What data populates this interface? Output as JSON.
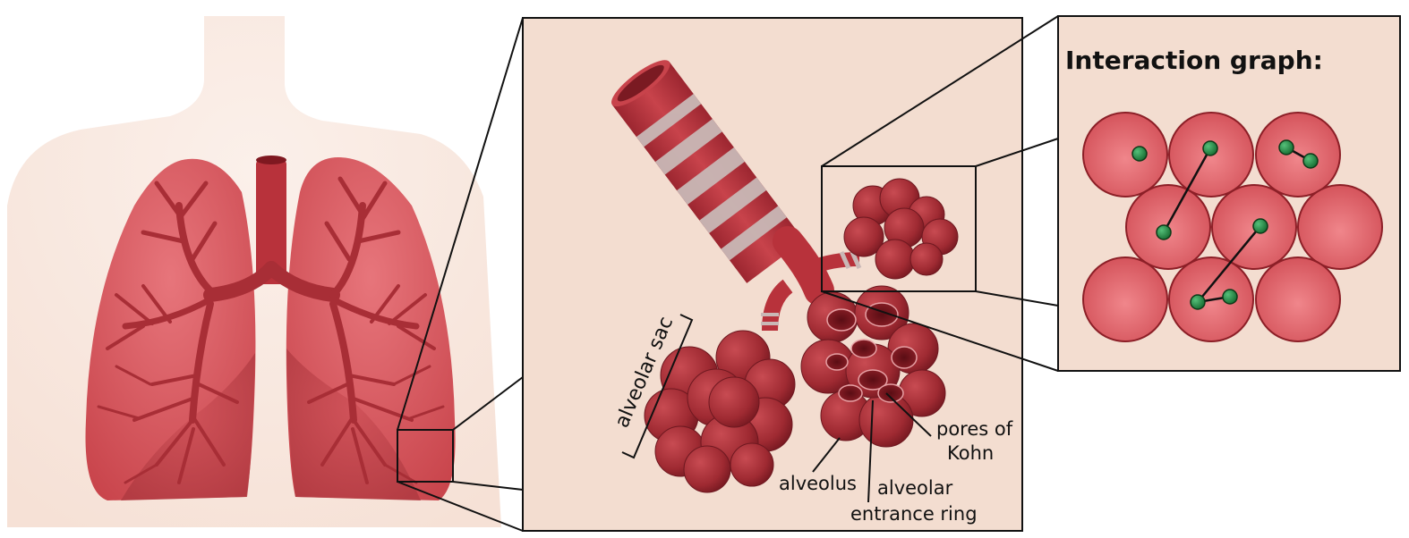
{
  "panels": {
    "graph": {
      "title": "Interaction graph:"
    },
    "detail": {
      "labels": {
        "alveolar_sac": "alveolar sac",
        "pores_1": "pores of",
        "pores_2": "Kohn",
        "alveolus": "alveolus",
        "ring_1": "alveolar",
        "ring_2": "entrance ring"
      }
    }
  },
  "colors": {
    "panel_bg": "#f3ddd0",
    "body_skin": "#fbeee6",
    "lung": "#d9555c",
    "lung_dark": "#b73b42",
    "airway": "#b8323b",
    "cartilage": "#c9b8b6",
    "alveolus": "#a8262e",
    "cell": "#d85a61",
    "cell_edge": "#8c1f27",
    "node": "#1f7a3a",
    "edge": "#111111"
  },
  "icons": [
    "torso-with-lungs-illustration",
    "bronchiole-illustration",
    "alveolar-cluster-illustration"
  ]
}
